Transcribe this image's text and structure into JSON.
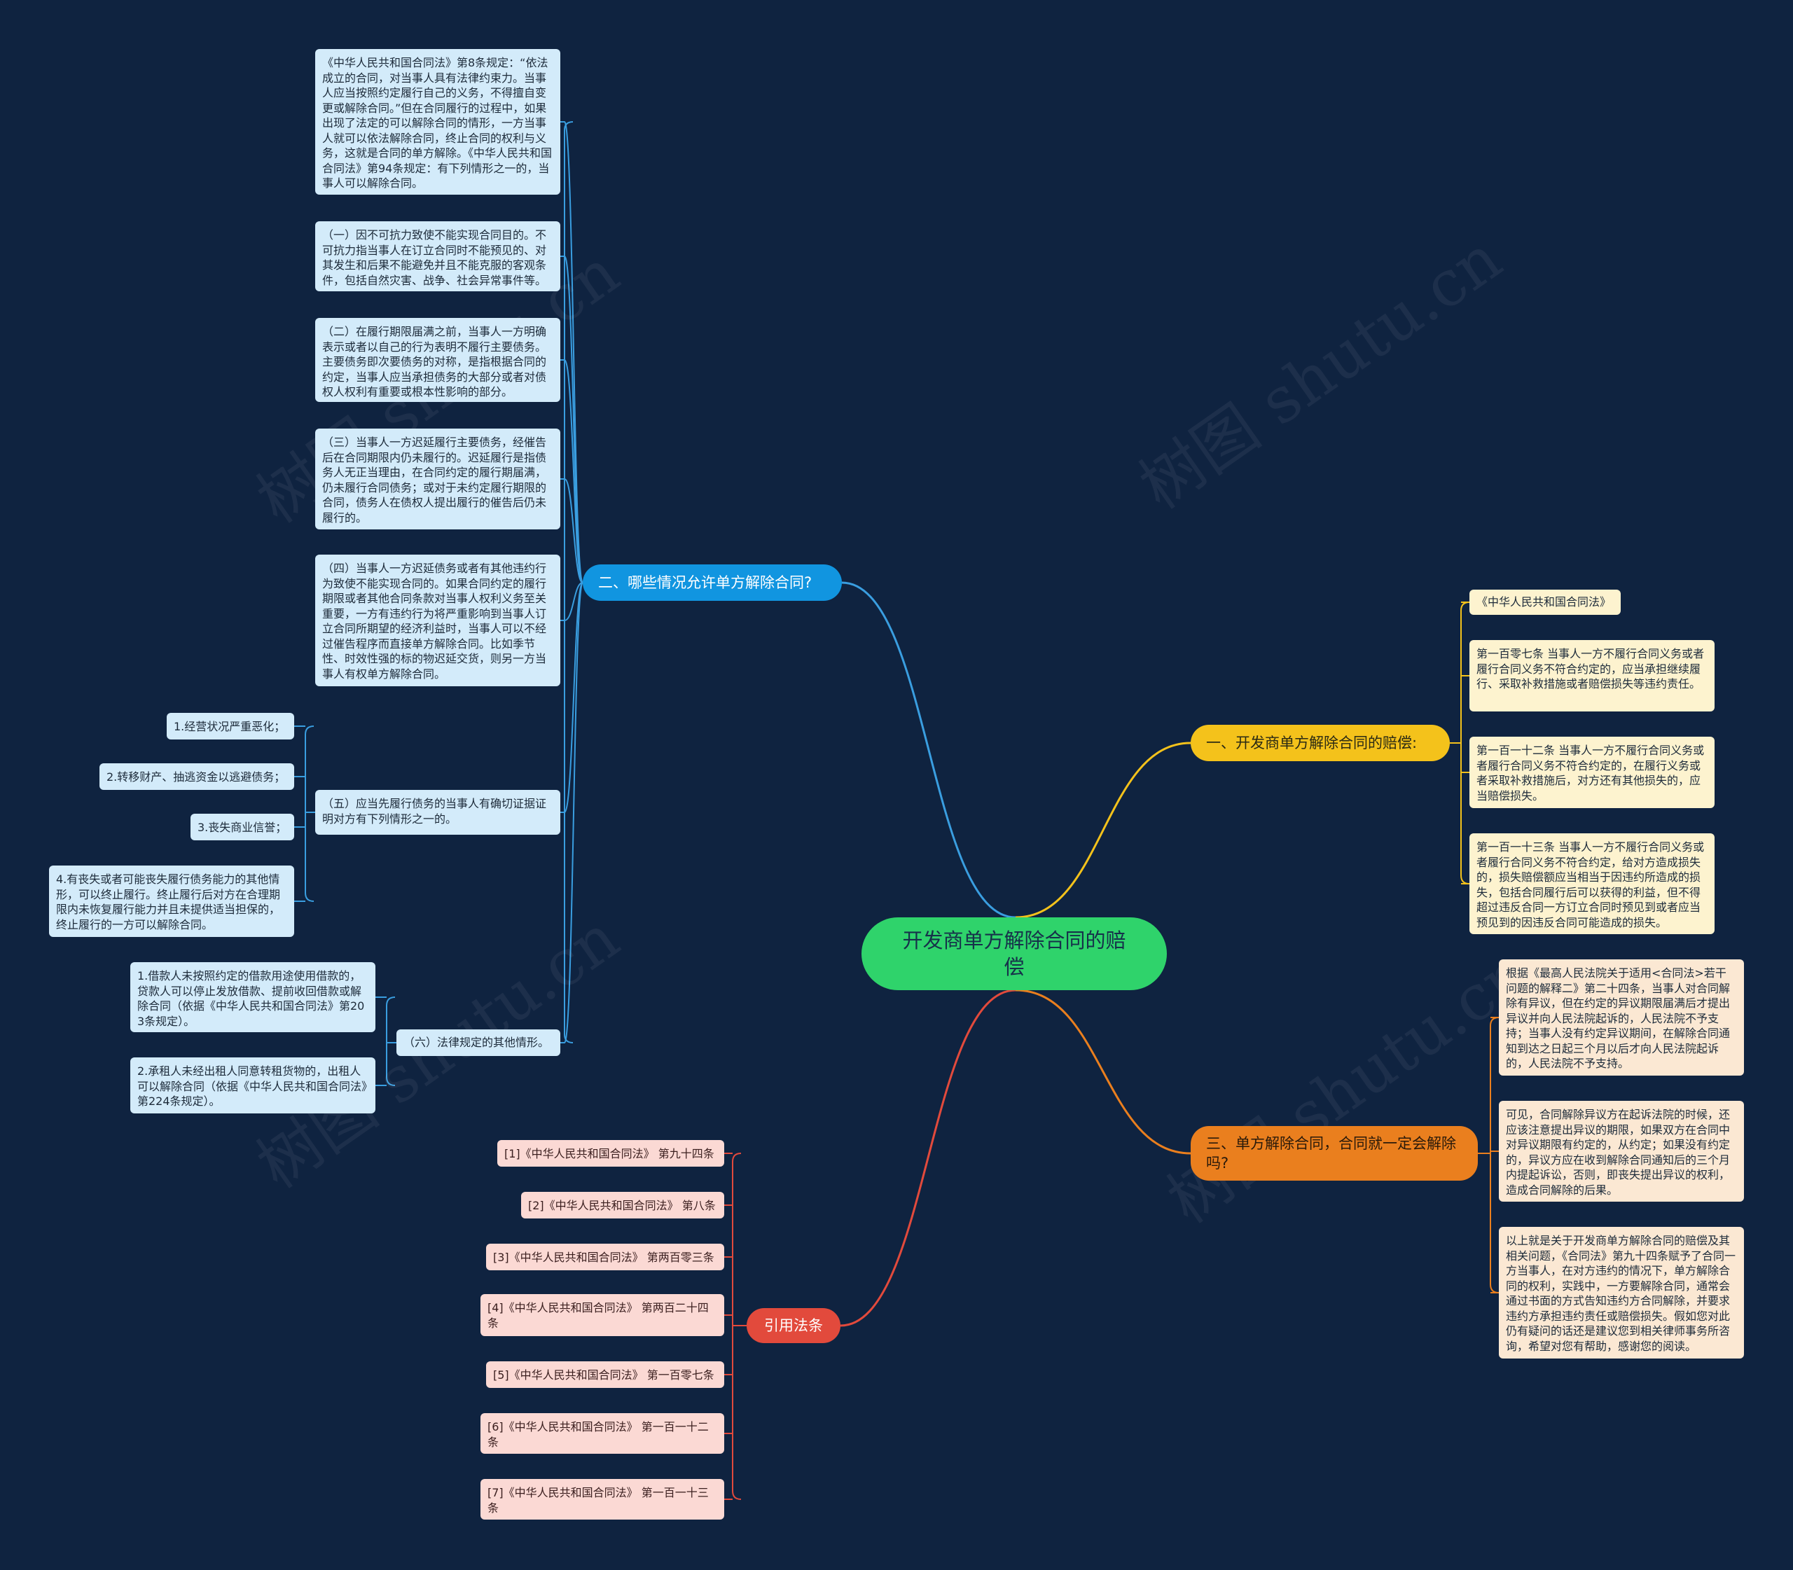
{
  "root": {
    "label": "开发商单方解除合同的赔偿"
  },
  "watermark": "树图 shutu.cn",
  "branch_two": {
    "label": "二、哪些情况允许单方解除合同?",
    "items": [
      "《中华人民共和国合同法》第8条规定：“依法成立的合同，对当事人具有法律约束力。当事人应当按照约定履行自己的义务，不得擅自变更或解除合同。”但在合同履行的过程中，如果出现了法定的可以解除合同的情形，一方当事人就可以依法解除合同，终止合同的权利与义务，这就是合同的单方解除。《中华人民共和国合同法》第94条规定：有下列情形之一的，当事人可以解除合同。",
      "（一）因不可抗力致使不能实现合同目的。不可抗力指当事人在订立合同时不能预见的、对其发生和后果不能避免并且不能克服的客观条件，包括自然灾害、战争、社会异常事件等。",
      "（二）在履行期限届满之前，当事人一方明确表示或者以自己的行为表明不履行主要债务。主要债务即次要债务的对称，是指根据合同的约定，当事人应当承担债务的大部分或者对债权人权利有重要或根本性影响的部分。",
      "（三）当事人一方迟延履行主要债务，经催告后在合同期限内仍未履行的。迟延履行是指债务人无正当理由，在合同约定的履行期届满，仍未履行合同债务；或对于未约定履行期限的合同，债务人在债权人提出履行的催告后仍未履行的。",
      "（四）当事人一方迟延债务或者有其他违约行为致使不能实现合同的。如果合同约定的履行期限或者其他合同条款对当事人权利义务至关重要，一方有违约行为将严重影响到当事人订立合同所期望的经济利益时，当事人可以不经过催告程序而直接单方解除合同。比如季节性、时效性强的标的物迟延交货，则另一方当事人有权单方解除合同。",
      "（五）应当先履行债务的当事人有确切证据证明对方有下列情形之一的。",
      "（六）法律规定的其他情形。"
    ],
    "sub_five": [
      "1.经营状况严重恶化；",
      "2.转移财产、抽逃资金以逃避债务；",
      "3.丧失商业信誉；",
      "4.有丧失或者可能丧失履行债务能力的其他情形，可以终止履行。终止履行后对方在合理期限内未恢复履行能力并且未提供适当担保的，终止履行的一方可以解除合同。"
    ],
    "sub_six": [
      "1.借款人未按照约定的借款用途使用借款的，贷款人可以停止发放借款、提前收回借款或解除合同（依据《中华人民共和国合同法》第203条规定）。",
      "2.承租人未经出租人同意转租货物的，出租人可以解除合同（依据《中华人民共和国合同法》第224条规定）。"
    ]
  },
  "branch_one": {
    "label": "一、开发商单方解除合同的赔偿:",
    "items": [
      "《中华人民共和国合同法》",
      "第一百零七条 当事人一方不履行合同义务或者履行合同义务不符合约定的，应当承担继续履行、采取补救措施或者赔偿损失等违约责任。",
      "第一百一十二条 当事人一方不履行合同义务或者履行合同义务不符合约定的，在履行义务或者采取补救措施后，对方还有其他损失的，应当赔偿损失。",
      "第一百一十三条 当事人一方不履行合同义务或者履行合同义务不符合约定，给对方造成损失的，损失赔偿额应当相当于因违约所造成的损失，包括合同履行后可以获得的利益，但不得超过违反合同一方订立合同时预见到或者应当预见到的因违反合同可能造成的损失。"
    ]
  },
  "branch_three": {
    "label": "三、单方解除合同，合同就一定会解除吗?",
    "items": [
      "根据《最高人民法院关于适用<合同法>若干问题的解释二》第二十四条，当事人对合同解除有异议，但在约定的异议期限届满后才提出异议并向人民法院起诉的，人民法院不予支持；当事人没有约定异议期间，在解除合同通知到达之日起三个月以后才向人民法院起诉的，人民法院不予支持。",
      "可见，合同解除异议方在起诉法院的时候，还应该注意提出异议的期限，如果双方在合同中对异议期限有约定的，从约定；如果没有约定的，异议方应在收到解除合同通知后的三个月内提起诉讼，否则，即丧失提出异议的权利，造成合同解除的后果。",
      "以上就是关于开发商单方解除合同的赔偿及其相关问题，《合同法》第九十四条赋予了合同一方当事人，在对方违约的情况下，单方解除合同的权利，实践中，一方要解除合同，通常会通过书面的方式告知违约方合同解除，并要求违约方承担违约责任或赔偿损失。假如您对此仍有疑问的话还是建议您到相关律师事务所咨询，希望对您有帮助，感谢您的阅读。"
    ]
  },
  "branch_cite": {
    "label": "引用法条",
    "items": [
      "[1]《中华人民共和国合同法》 第九十四条",
      "[2]《中华人民共和国合同法》 第八条",
      "[3]《中华人民共和国合同法》 第两百零三条",
      "[4]《中华人民共和国合同法》 第两百二十四条",
      "[5]《中华人民共和国合同法》 第一百零七条",
      "[6]《中华人民共和国合同法》 第一百一十二条",
      "[7]《中华人民共和国合同法》 第一百一十三条"
    ]
  },
  "colors": {
    "background": "#0f2340",
    "root": "#2fd36b",
    "blue": "#1195e0",
    "blue_line": "#3a9ee0",
    "yellow": "#f4c21b",
    "orange": "#ea7f1e",
    "red": "#e24a3c"
  }
}
